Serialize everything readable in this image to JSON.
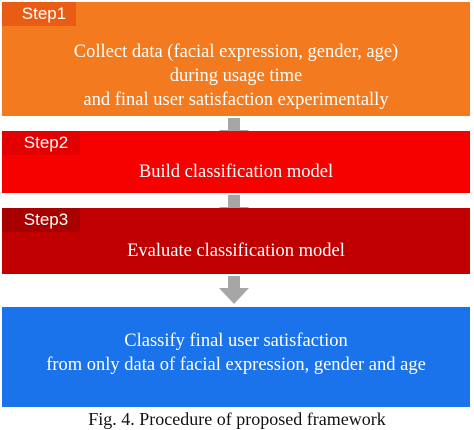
{
  "steps": [
    {
      "label": "Step1",
      "lines": [
        "Collect data (facial expression, gender, age)",
        "during usage time",
        "and final user satisfaction experimentally"
      ]
    },
    {
      "label": "Step2",
      "lines": [
        "Build classification model"
      ]
    },
    {
      "label": "Step3",
      "lines": [
        "Evaluate classification model"
      ]
    },
    {
      "label": "",
      "lines": [
        "Classify final user satisfaction",
        "from only data of facial expression, gender and age"
      ]
    }
  ],
  "caption": "Fig. 4. Procedure of proposed framework",
  "colors": {
    "step1": "#f47a20",
    "step2": "#f70000",
    "step3": "#c00000",
    "step4": "#1a73ea",
    "arrow": "#a6a6a6"
  }
}
